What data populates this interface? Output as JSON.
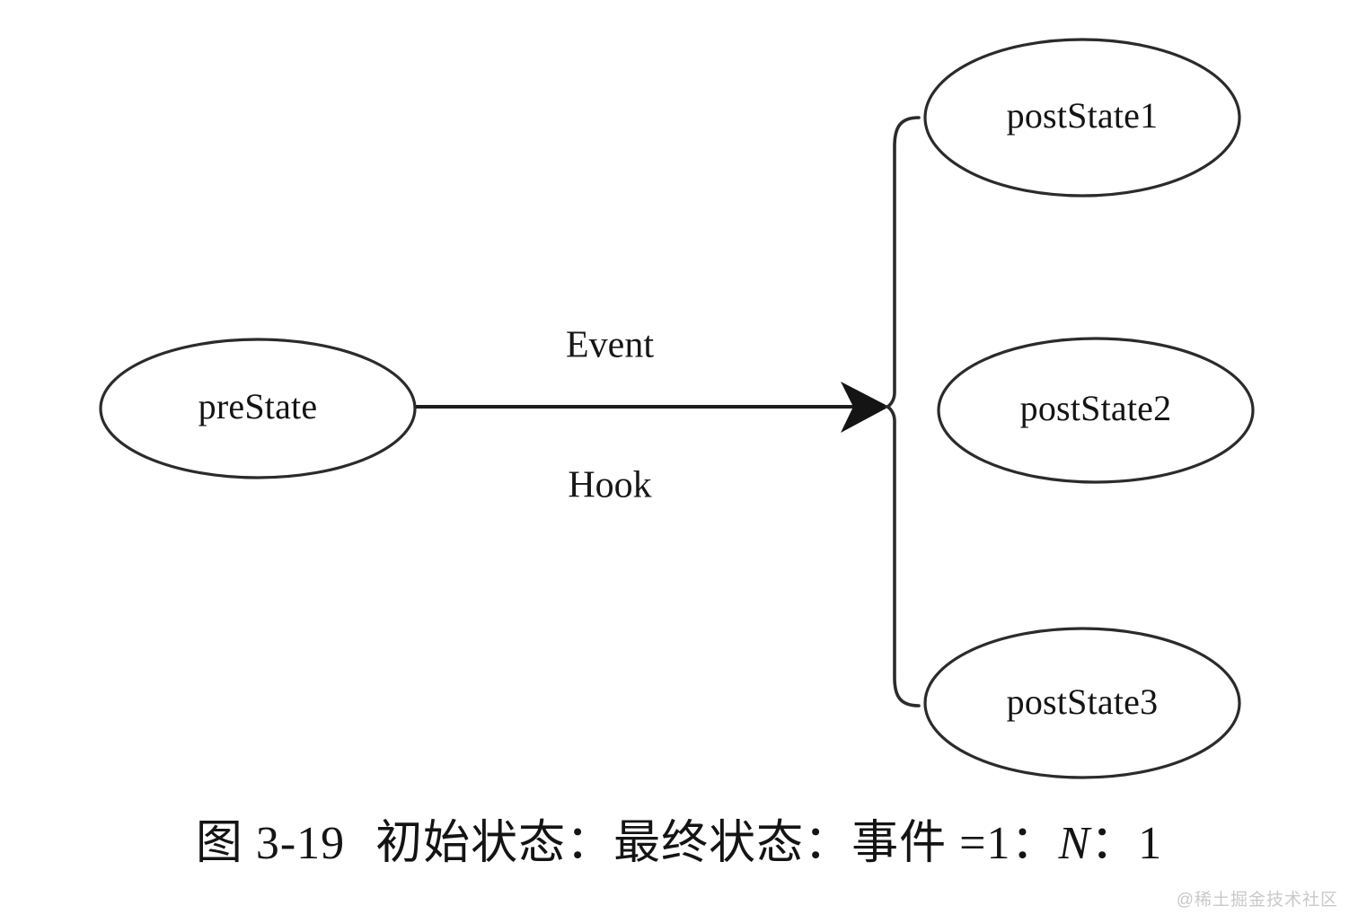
{
  "figure": {
    "background_color": "#ffffff",
    "stroke_color": "#2b2b2b",
    "text_color": "#141414",
    "source_node": {
      "label": "preState"
    },
    "edge_labels": {
      "top": "Event",
      "bottom": "Hook"
    },
    "target_nodes": [
      {
        "label": "postState1"
      },
      {
        "label": "postState2"
      },
      {
        "label": "postState3"
      }
    ]
  },
  "caption": {
    "number": "图 3-19",
    "text_before": "初始状态：最终状态：事件 =1：",
    "variable": "N",
    "text_after": "：1"
  },
  "watermark": {
    "text": "@稀土掘金技术社区"
  },
  "chart_data": {
    "type": "diagram",
    "title": "图 3-19  初始状态：最终状态：事件 =1：N：1",
    "diagram_kind": "state-transition",
    "nodes": [
      "preState",
      "postState1",
      "postState2",
      "postState3"
    ],
    "edges": [
      {
        "from": "preState",
        "to": "postState1",
        "labels": [
          "Event",
          "Hook"
        ]
      },
      {
        "from": "preState",
        "to": "postState2",
        "labels": [
          "Event",
          "Hook"
        ]
      },
      {
        "from": "preState",
        "to": "postState3",
        "labels": [
          "Event",
          "Hook"
        ]
      }
    ],
    "ratio": "1 : N : 1"
  }
}
